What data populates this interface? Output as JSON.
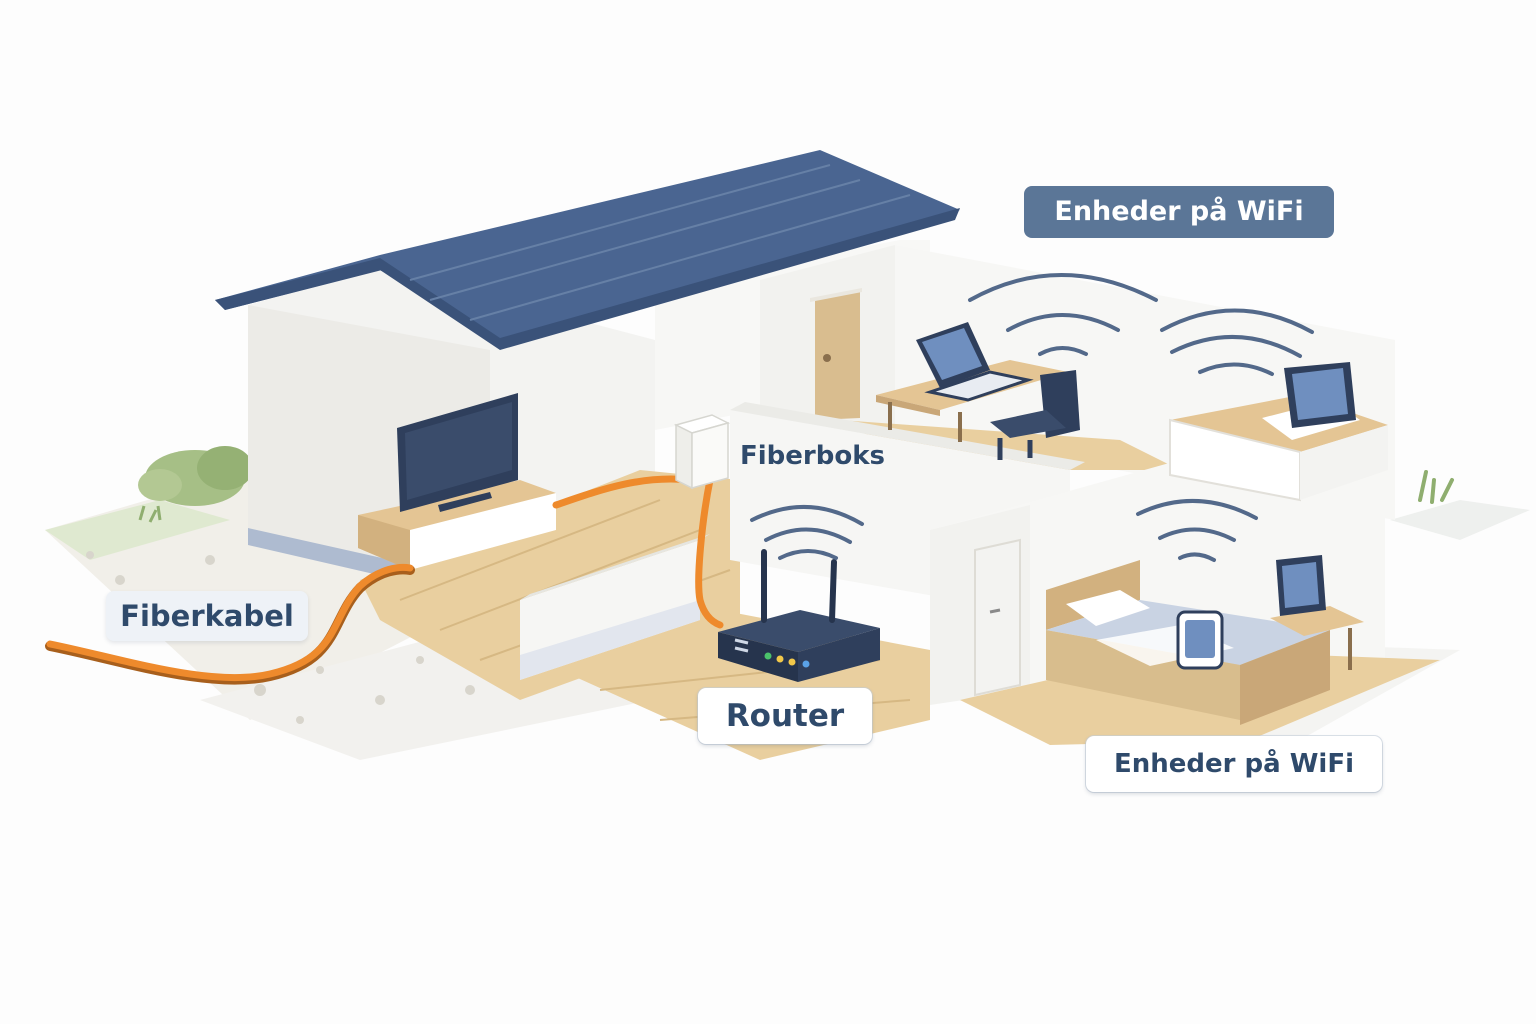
{
  "labels": {
    "fiberkabel": "Fiberkabel",
    "fiberboks": "Fiberboks",
    "router": "Router",
    "wifi_top": "Enheder på WiFi",
    "wifi_bottom": "Enheder på WiFi"
  },
  "colors": {
    "roof": "#4a6591",
    "wall": "#f3f3f1",
    "floor": "#e9cf9f",
    "fiber": "#ee8a2c",
    "device_dark": "#2f3f5c",
    "label_text": "#2f4a6b",
    "label_dark_bg": "#5b7697"
  },
  "router_leds": [
    "#4bc36b",
    "#f2c84a",
    "#f2c84a",
    "#5aa2e8"
  ]
}
